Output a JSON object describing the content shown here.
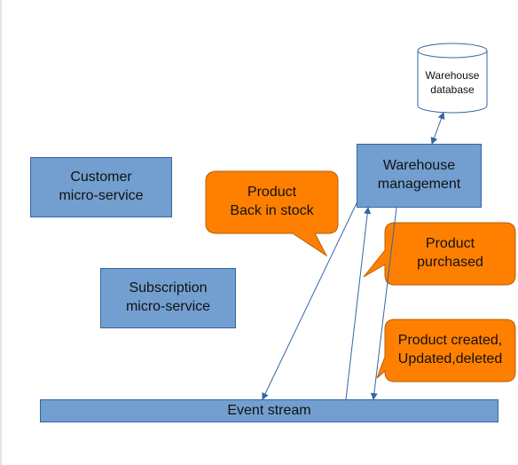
{
  "colors": {
    "box_fill": "#729fcf",
    "box_border": "#3465a4",
    "callout_fill": "#ff8000",
    "callout_border": "#b85c00",
    "arrow": "#3465a4"
  },
  "nodes": {
    "customer": "Customer\nmicro-service",
    "subscription": "Subscription\nmicro-service",
    "warehouse_management": "Warehouse\nmanagement",
    "warehouse_database": "Warehouse\ndatabase",
    "event_stream": "Event stream"
  },
  "callouts": {
    "back_in_stock": "Product\nBack in stock",
    "purchased": "Product\npurchased",
    "created_updated_deleted": "Product created,\nUpdated,deleted"
  }
}
